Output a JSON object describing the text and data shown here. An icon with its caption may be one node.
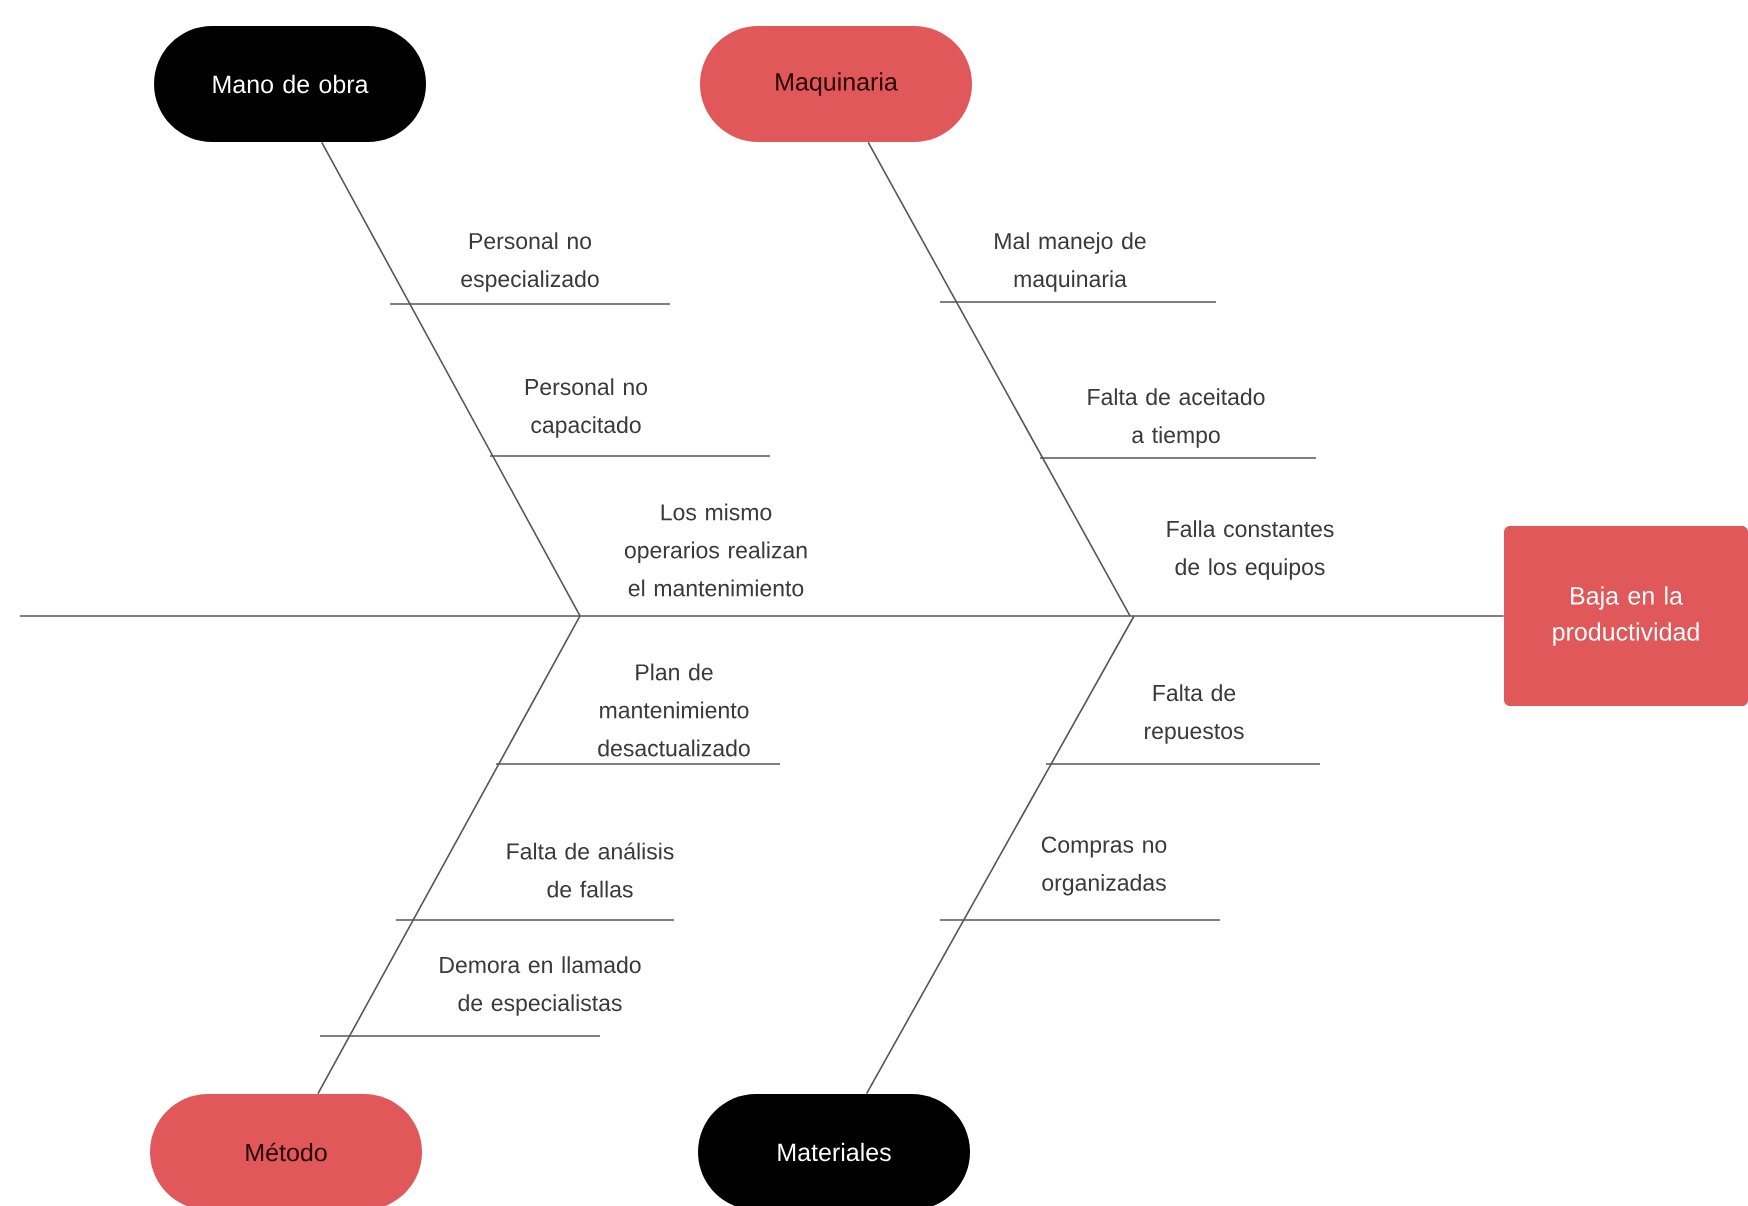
{
  "diagram": {
    "nodes": [
      {
        "text": [
          "Mano de obra"
        ]
      },
      {
        "text": [
          "Maquinaria"
        ]
      },
      {
        "text": [
          "Método"
        ]
      },
      {
        "text": [
          "Materiales"
        ]
      },
      {
        "text": [
          "Baja en la productividad"
        ]
      }
    ],
    "edges": [
      {
        "from": 0,
        "to": null,
        "arrow": "none"
      },
      {
        "from": 1,
        "to": null,
        "arrow": "none"
      },
      {
        "from": 2,
        "to": null,
        "arrow": "none"
      },
      {
        "from": 3,
        "to": null,
        "arrow": "none"
      },
      {
        "from": null,
        "to": 4,
        "arrow": "none"
      }
    ],
    "labels": [
      "Personal no especializado",
      "Personal no capacitado",
      "Los mismo operarios realizan el mantenimiento",
      "Mal manejo de maquinaria",
      "Falta de aceitado a tiempo",
      "Falla constantes de los equipos",
      "Plan de mantenimiento desactualizado",
      "Falta de análisis de fallas",
      "Demora en llamado de especialistas",
      "Falta de repuestos",
      "Compras no organizadas"
    ]
  }
}
